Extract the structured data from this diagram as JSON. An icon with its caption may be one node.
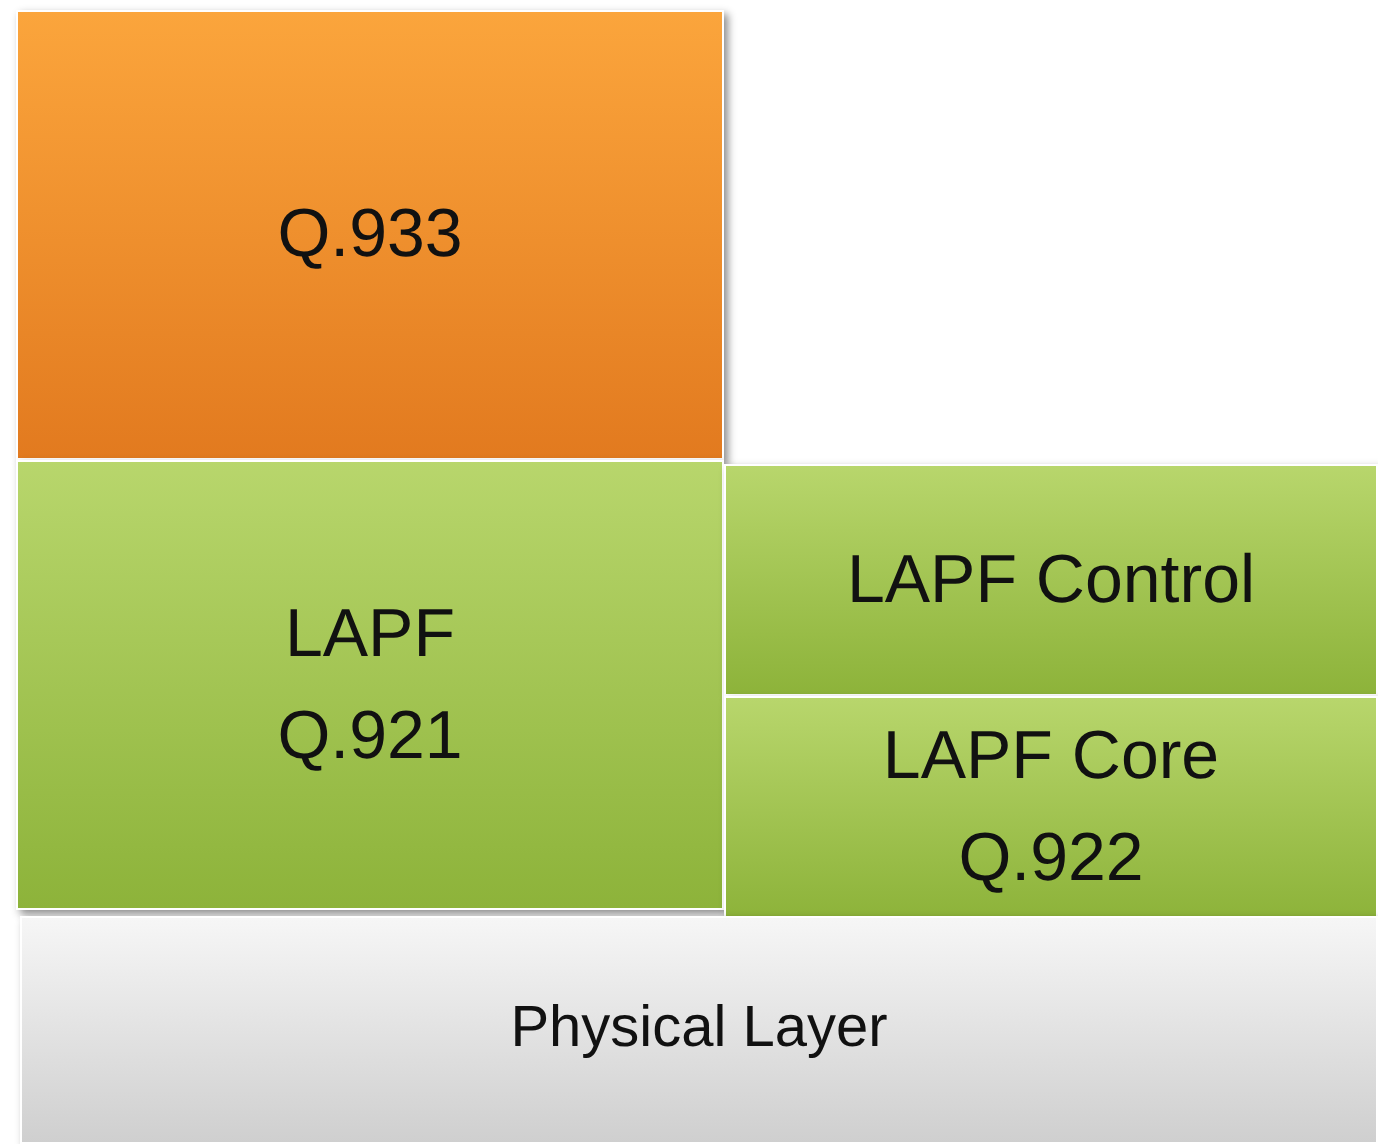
{
  "diagram": {
    "nodes": [
      {
        "text": [
          "Q.933"
        ]
      },
      {
        "text": [
          "LAPF Q.921"
        ]
      },
      {
        "text": [
          "LAPF Control"
        ]
      },
      {
        "text": [
          "LAPF Core Q.922"
        ]
      },
      {
        "text": [
          "Physical Layer"
        ]
      }
    ]
  }
}
